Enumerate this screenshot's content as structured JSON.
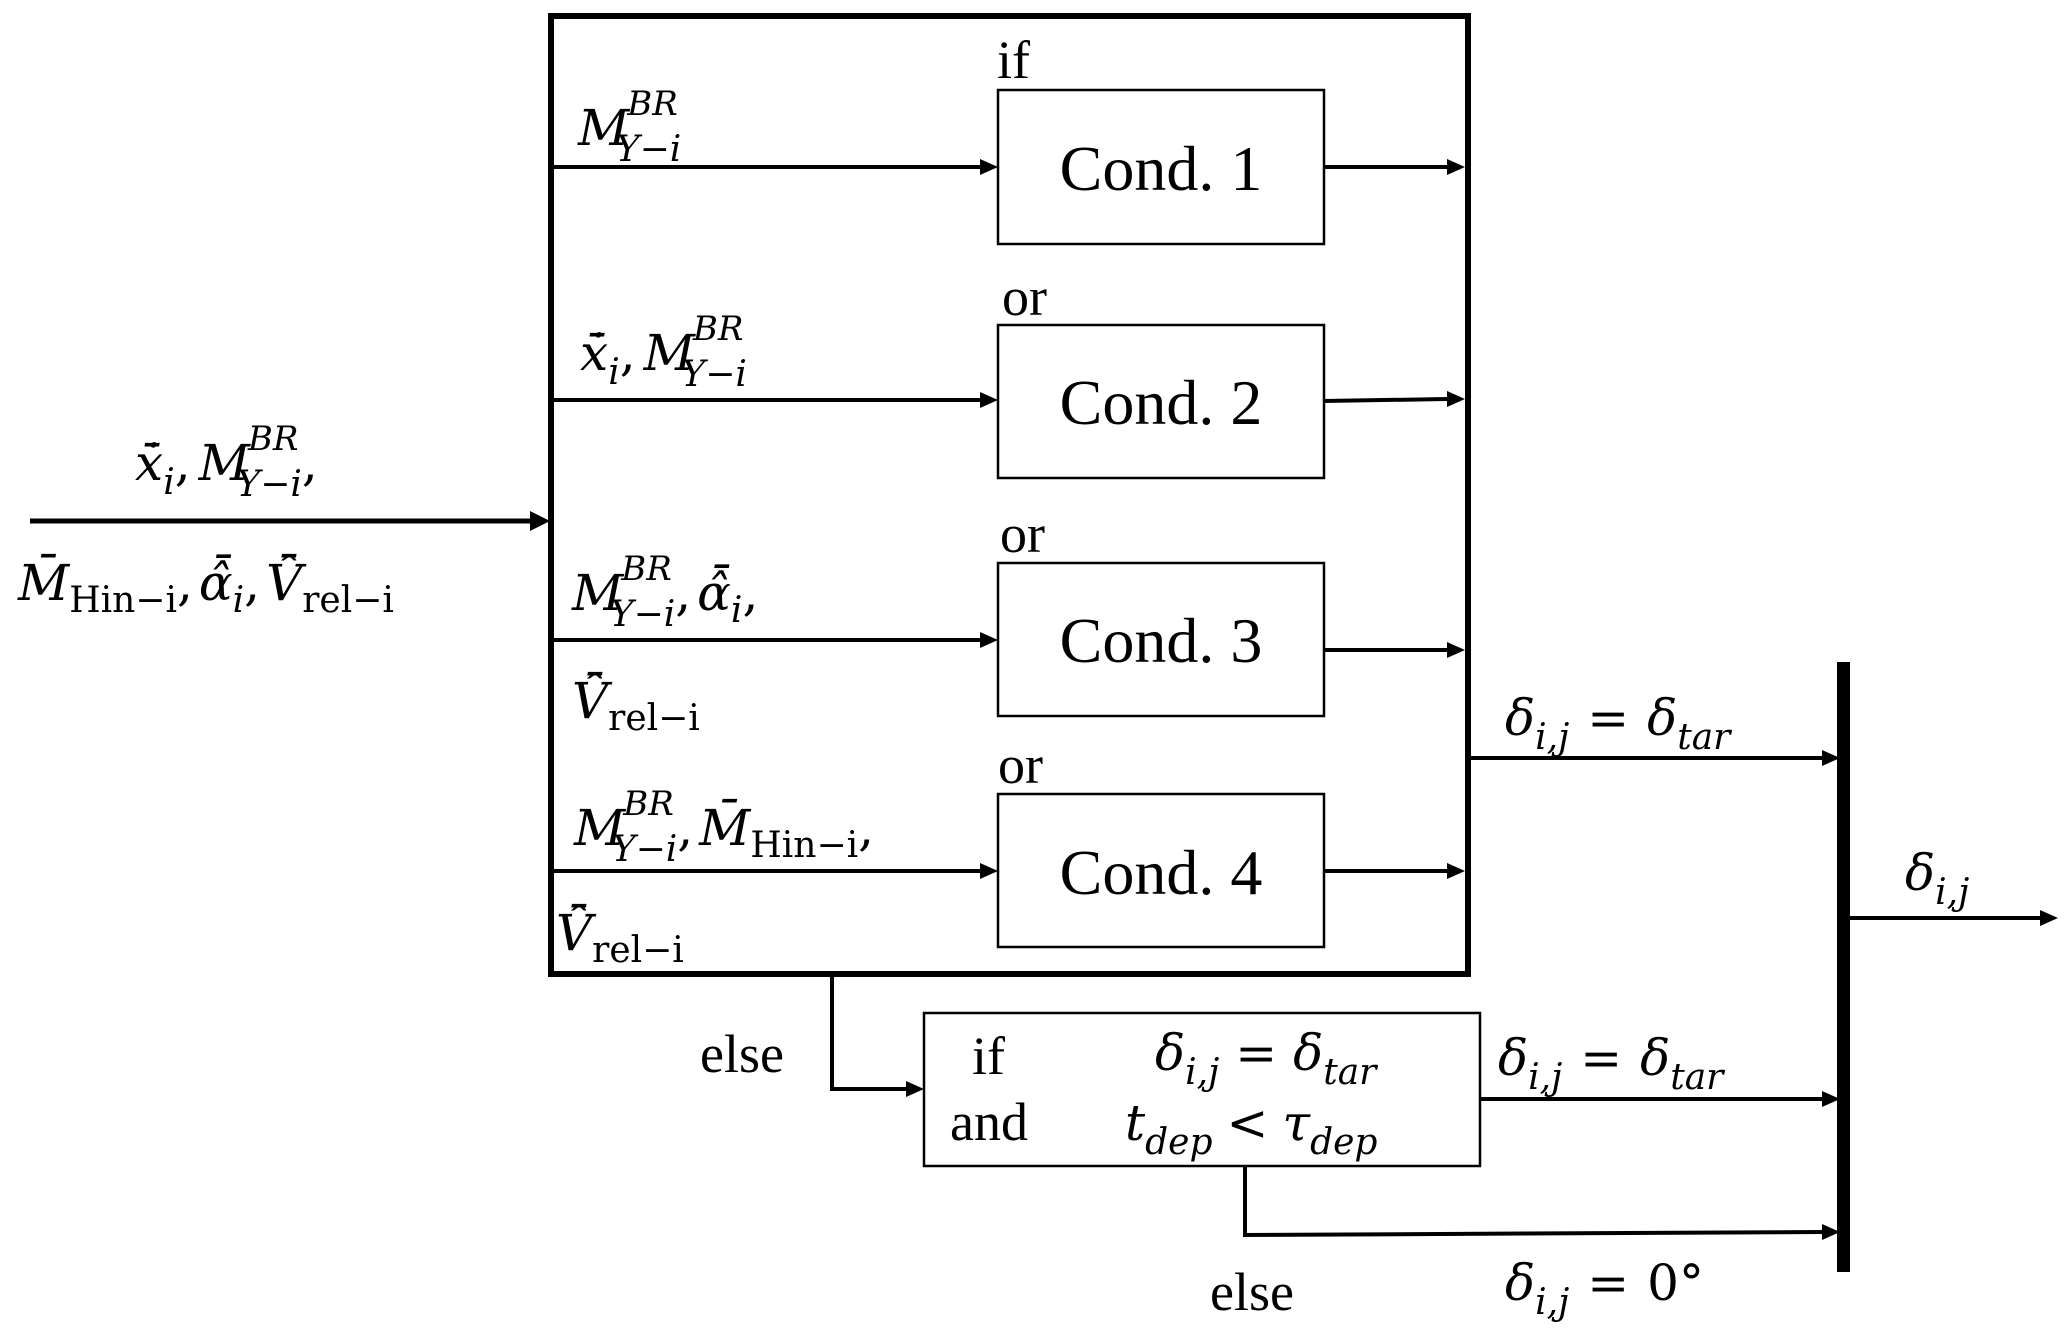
{
  "diagram": {
    "title": "Steering angle decision logic",
    "input": {
      "line1": {
        "x": "ẋ̄",
        "x_sub": "i",
        "M": "M",
        "M_sup": "BR",
        "M_sub": "Y−i"
      },
      "line2": {
        "M": "M̄",
        "M_sub": "Hin−i",
        "alpha": "α̂̄",
        "alpha_sub": "i",
        "V": "V̂̄",
        "V_sub": "rel−i"
      }
    },
    "conditions": [
      {
        "keyword": "if",
        "label": "Cond. 1",
        "inputs_label": "M^BR_Y−i"
      },
      {
        "keyword": "or",
        "label": "Cond. 2",
        "inputs_label": "ẋ̄_i, M^BR_Y−i"
      },
      {
        "keyword": "or",
        "label": "Cond. 3",
        "inputs_label": "M^BR_Y−i, α̂̄_i, V̂̄_rel−i"
      },
      {
        "keyword": "or",
        "label": "Cond. 4",
        "inputs_label": "M^BR_Y−i, M̄_Hin−i, V̂̄_rel−i"
      }
    ],
    "symbols": {
      "M": "M",
      "BR": "BR",
      "Yi": "Y−i",
      "xdot": "ẋ̄",
      "i": "i",
      "comma": ",",
      "alpha": "α̂̄",
      "V": "V̂̄",
      "rel": "rel−i",
      "Mbar": "M̄",
      "Hin": "Hin−i",
      "delta": "δ",
      "ij": "i,j",
      "tar": "tar",
      "eq": "=",
      "t": "t",
      "dep": "dep",
      "lt": "<",
      "tau": "τ",
      "zero": "0°"
    },
    "else_labels": {
      "first": "else",
      "second": "else"
    },
    "fallback_box": {
      "if": "if",
      "and": "and"
    },
    "outputs": {
      "main": "δ_i,j = δ_tar",
      "fallback_true": "δ_i,j = δ_tar",
      "fallback_false": "δ_i,j = 0°",
      "final": "δ_i,j"
    }
  }
}
